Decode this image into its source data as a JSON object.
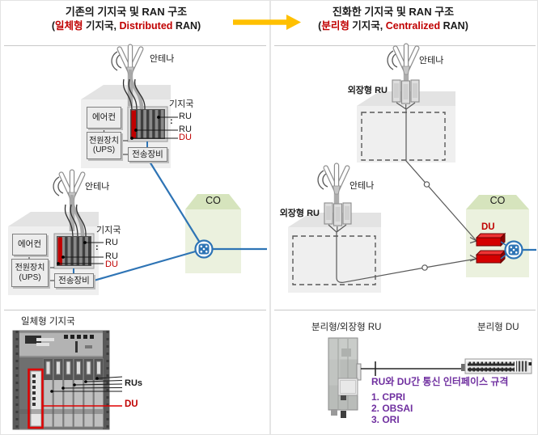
{
  "colors": {
    "accent_red": "#C00000",
    "line_blue": "#2E74B5",
    "arrow_orange": "#FFC000",
    "interface_purple": "#7030A0",
    "co_fill": "#EBF1DE",
    "co_roof": "#D6E4BD",
    "line_gray": "#595959",
    "du_box_red": "#D40000"
  },
  "left": {
    "title_line1": "기존의 기지국 및 RAN 구조",
    "title_open": "(",
    "title_red1": "일체형",
    "title_mid": " 기지국, ",
    "title_red2": "Distributed",
    "title_close": " RAN)",
    "labels": {
      "antenna": "안테나",
      "base_station": "기지국",
      "aircon": "에어컨",
      "power_line1": "전원장치",
      "power_line2": "(UPS)",
      "transport": "전송장비",
      "ru": "RU",
      "ellipsis": ":",
      "du": "DU",
      "co": "CO"
    },
    "bottom": {
      "title": "일체형 기지국",
      "rus_label": "RUs",
      "du_label": "DU"
    }
  },
  "right": {
    "title_line1": "진화한 기지국 및 RAN 구조",
    "title_open": "(",
    "title_red1": "분리형",
    "title_mid": " 기지국, ",
    "title_red2": "Centralized",
    "title_close": " RAN)",
    "labels": {
      "antenna": "안테나",
      "external_ru": "외장형 RU",
      "du": "DU",
      "co": "CO"
    },
    "bottom": {
      "ru_title": "분리형/외장형 RU",
      "du_title": "분리형 DU",
      "interface_title": "RU와 DU간 통신 인터페이스 규격",
      "interface_items": [
        "1. CPRI",
        "2. OBSAI",
        "3. ORI"
      ]
    }
  }
}
